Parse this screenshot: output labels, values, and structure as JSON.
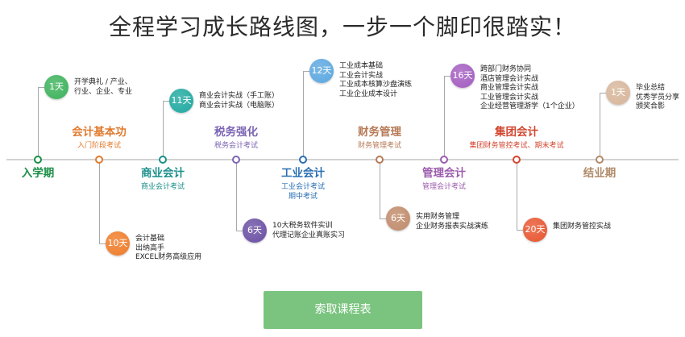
{
  "title": "全程学习成长路线图，一步一个脚印很踏实！",
  "stages": [
    {
      "name": "入学期",
      "sub": [],
      "color": "#1a8f46"
    },
    {
      "name": "会计基本功",
      "sub": [
        "入门阶段考试"
      ],
      "color": "#e07a2e"
    },
    {
      "name": "商业会计",
      "sub": [
        "商业会计考试"
      ],
      "color": "#1a8f8a"
    },
    {
      "name": "税务强化",
      "sub": [
        "税务会计考试"
      ],
      "color": "#7b64b3"
    },
    {
      "name": "工业会计",
      "sub": [
        "工业会计考试",
        "期中考试"
      ],
      "color": "#2a6fb3"
    },
    {
      "name": "财务管理",
      "sub": [
        "财务管理考试"
      ],
      "color": "#b77a57"
    },
    {
      "name": "管理会计",
      "sub": [
        "管理会计考试"
      ],
      "color": "#9b5cad"
    },
    {
      "name": "集团会计",
      "sub": [
        "集团财务管控考试、期末考试"
      ],
      "color": "#d2452f"
    },
    {
      "name": "结业期",
      "sub": [],
      "color": "#b08a6a"
    }
  ],
  "modules": [
    {
      "days": "1天",
      "lines": [
        "开学典礼 / 产业、",
        "行业、企业、专业"
      ],
      "color": "#3cb25a"
    },
    {
      "days": "10天",
      "lines": [
        "会计基础",
        "出纳高手",
        "EXCEL财务高级应用"
      ],
      "color": "#ef7b28"
    },
    {
      "days": "11天",
      "lines": [
        "商业会计实战（手工账）",
        "商业会计实战（电脑账）"
      ],
      "color": "#1fa9a0"
    },
    {
      "days": "6天",
      "lines": [
        "10大税务软件实训",
        "代理记账企业真账实习"
      ],
      "color": "#6a4fa3"
    },
    {
      "days": "12天",
      "lines": [
        "工业成本基础",
        "工业会计实战",
        "工业成本核算沙盘演练",
        "工业企业成本设计"
      ],
      "color": "#5aa7e0"
    },
    {
      "days": "6天",
      "lines": [
        "实用财务管理",
        "企业财务报表实战演练"
      ],
      "color": "#c08a6a"
    },
    {
      "days": "16天",
      "lines": [
        "跨部门财务协同",
        "酒店管理会计实战",
        "商业管理会计实战",
        "工业管理会计实战",
        "企业经营管理游学（1个企业）"
      ],
      "color": "#a35cc0"
    },
    {
      "days": "20天",
      "lines": [
        "集团财务管控实战"
      ],
      "color": "#e8552f"
    },
    {
      "days": "1天",
      "lines": [
        "毕业总结",
        "优秀学员分享",
        "颁奖合影"
      ],
      "color": "#d7b59a"
    }
  ],
  "cta": {
    "label": "索取课程表"
  }
}
